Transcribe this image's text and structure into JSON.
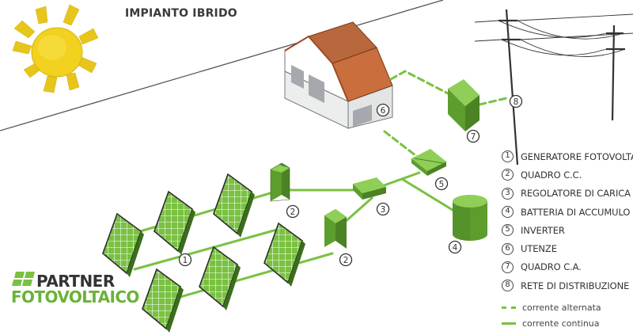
{
  "title": "IMPIANTO IBRIDO",
  "legend": {
    "items": [
      {
        "num": "1",
        "label": "GENERATORE FOTOVOLTAICO"
      },
      {
        "num": "2",
        "label": "QUADRO  C.C."
      },
      {
        "num": "3",
        "label": "REGOLATORE DI CARICA"
      },
      {
        "num": "4",
        "label": "BATTERIA DI ACCUMULO"
      },
      {
        "num": "5",
        "label": "INVERTER"
      },
      {
        "num": "6",
        "label": "UTENZE"
      },
      {
        "num": "7",
        "label": "QUADRO C.A."
      },
      {
        "num": "8",
        "label": "RETE DI DISTRIBUZIONE"
      }
    ],
    "lines": [
      {
        "style": "dashed",
        "label": "corrente alternata"
      },
      {
        "style": "solid",
        "label": "corrente continua"
      }
    ]
  },
  "diagram_markers": {
    "generator": "1",
    "dc_panel_a": "2",
    "dc_panel_b": "2",
    "charge_controller": "3",
    "battery": "4",
    "inverter": "5",
    "loads": "6",
    "ac_panel": "7",
    "grid": "8"
  },
  "logo": {
    "line1": "PARTNER",
    "line2": "FOTOVOLTAICO"
  },
  "colors": {
    "green": "#7ac142",
    "dark_green": "#4f8f25",
    "sun": "#f2d11f",
    "roof": "#b8683c"
  }
}
